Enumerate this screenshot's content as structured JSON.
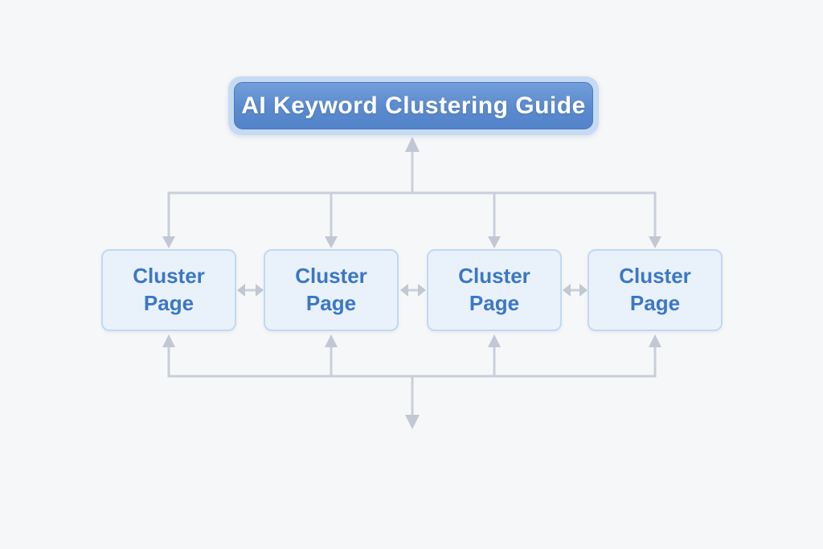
{
  "page": {
    "background_color": "#f6f7f8"
  },
  "diagram": {
    "title": {
      "label": "AI Keyword Clustering Guide",
      "fill_gradient_top": "#729fda",
      "fill_gradient_bottom": "#5383c9",
      "halo_color": "#c6daf3",
      "text_color": "#ffffff"
    },
    "nodes": [
      {
        "label": "Cluster\nPage"
      },
      {
        "label": "Cluster\nPage"
      },
      {
        "label": "Cluster\nPage"
      },
      {
        "label": "Cluster\nPage"
      }
    ],
    "node_style": {
      "fill": "#e9f1fb",
      "border_color": "#c3d8f0",
      "text_color": "#3b77c5"
    },
    "connectors": {
      "line_color": "#c9cfda",
      "arrowhead_color": "#c1c8d4",
      "top_flow": "bracket from title to all four nodes, arrow pointing up into title and arrows pointing down into each node",
      "between_nodes": "double-headed horizontal arrows between adjacent nodes",
      "bottom_flow": "bracket from all four nodes, arrows pointing up into nodes, single arrow exiting downward at center"
    }
  }
}
